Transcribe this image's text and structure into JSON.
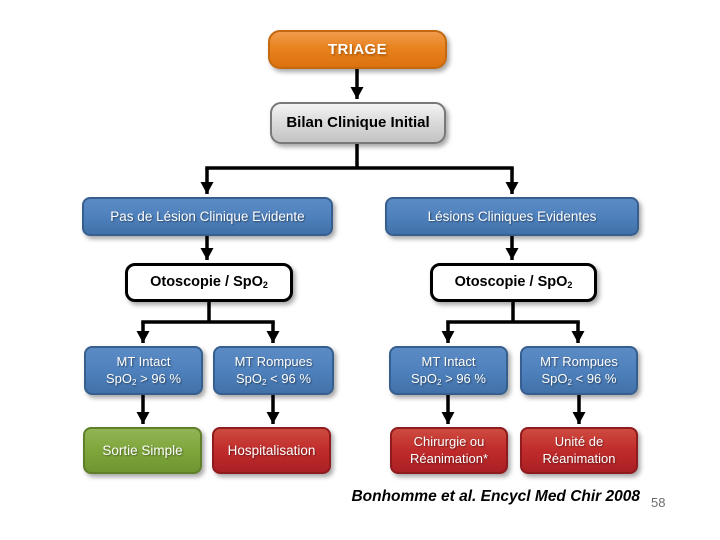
{
  "slide": {
    "background": "#FFFFFF",
    "footer": {
      "citation": "Bonhomme et al. Encycl Med Chir 2008",
      "page_number": "58"
    }
  },
  "diagram": {
    "type": "flowchart",
    "title": "TRIAGE",
    "colors": {
      "orange": "#E8831D",
      "gray": "#D9D9D9",
      "blue": "#4E81BD",
      "green": "#7EA63C",
      "red": "#C02B2B",
      "white_box_border": "#000000",
      "arrow": "#000000"
    },
    "nodes": {
      "triage": {
        "label": "TRIAGE",
        "color": "orange"
      },
      "bilan": {
        "label": "Bilan Clinique Initial",
        "color": "gray"
      },
      "no_lesion": {
        "label": "Pas de Lésion Clinique Evidente",
        "color": "blue"
      },
      "lesions": {
        "label": "Lésions Cliniques Evidentes",
        "color": "blue"
      },
      "otoscopie_left": {
        "label_pre": "Otoscopie / SpO",
        "label_sub": "2",
        "color": "white"
      },
      "otoscopie_right": {
        "label_pre": "Otoscopie / SpO",
        "label_sub": "2",
        "color": "white"
      },
      "mt_intact_left": {
        "line1": "MT Intact",
        "line2_pre": "SpO",
        "line2_sub": "2",
        "line2_post": " > 96 %",
        "color": "blue"
      },
      "mt_rompues_left": {
        "line1": "MT Rompues",
        "line2_pre": "SpO",
        "line2_sub": "2",
        "line2_post": " < 96 %",
        "color": "blue"
      },
      "mt_intact_right": {
        "line1": "MT Intact",
        "line2_pre": "SpO",
        "line2_sub": "2",
        "line2_post": " > 96 %",
        "color": "blue"
      },
      "mt_rompues_right": {
        "line1": "MT Rompues",
        "line2_pre": "SpO",
        "line2_sub": "2",
        "line2_post": " < 96 %",
        "color": "blue"
      },
      "sortie_simple": {
        "label": "Sortie Simple",
        "color": "green"
      },
      "hospitalisation": {
        "label": "Hospitalisation",
        "color": "red"
      },
      "chirurgie_reanimation": {
        "line1": "Chirurgie ou",
        "line2": "Réanimation*",
        "color": "red"
      },
      "unite_reanimation": {
        "line1": "Unité de",
        "line2": "Réanimation",
        "color": "red"
      }
    },
    "edges": [
      {
        "from": "triage",
        "to": "bilan"
      },
      {
        "from": "bilan",
        "to": "no_lesion"
      },
      {
        "from": "bilan",
        "to": "lesions"
      },
      {
        "from": "no_lesion",
        "to": "otoscopie_left"
      },
      {
        "from": "lesions",
        "to": "otoscopie_right"
      },
      {
        "from": "otoscopie_left",
        "to": "mt_intact_left"
      },
      {
        "from": "otoscopie_left",
        "to": "mt_rompues_left"
      },
      {
        "from": "otoscopie_right",
        "to": "mt_intact_right"
      },
      {
        "from": "otoscopie_right",
        "to": "mt_rompues_right"
      },
      {
        "from": "mt_intact_left",
        "to": "sortie_simple"
      },
      {
        "from": "mt_rompues_left",
        "to": "hospitalisation"
      },
      {
        "from": "mt_intact_right",
        "to": "chirurgie_reanimation"
      },
      {
        "from": "mt_rompues_right",
        "to": "unite_reanimation"
      }
    ]
  }
}
